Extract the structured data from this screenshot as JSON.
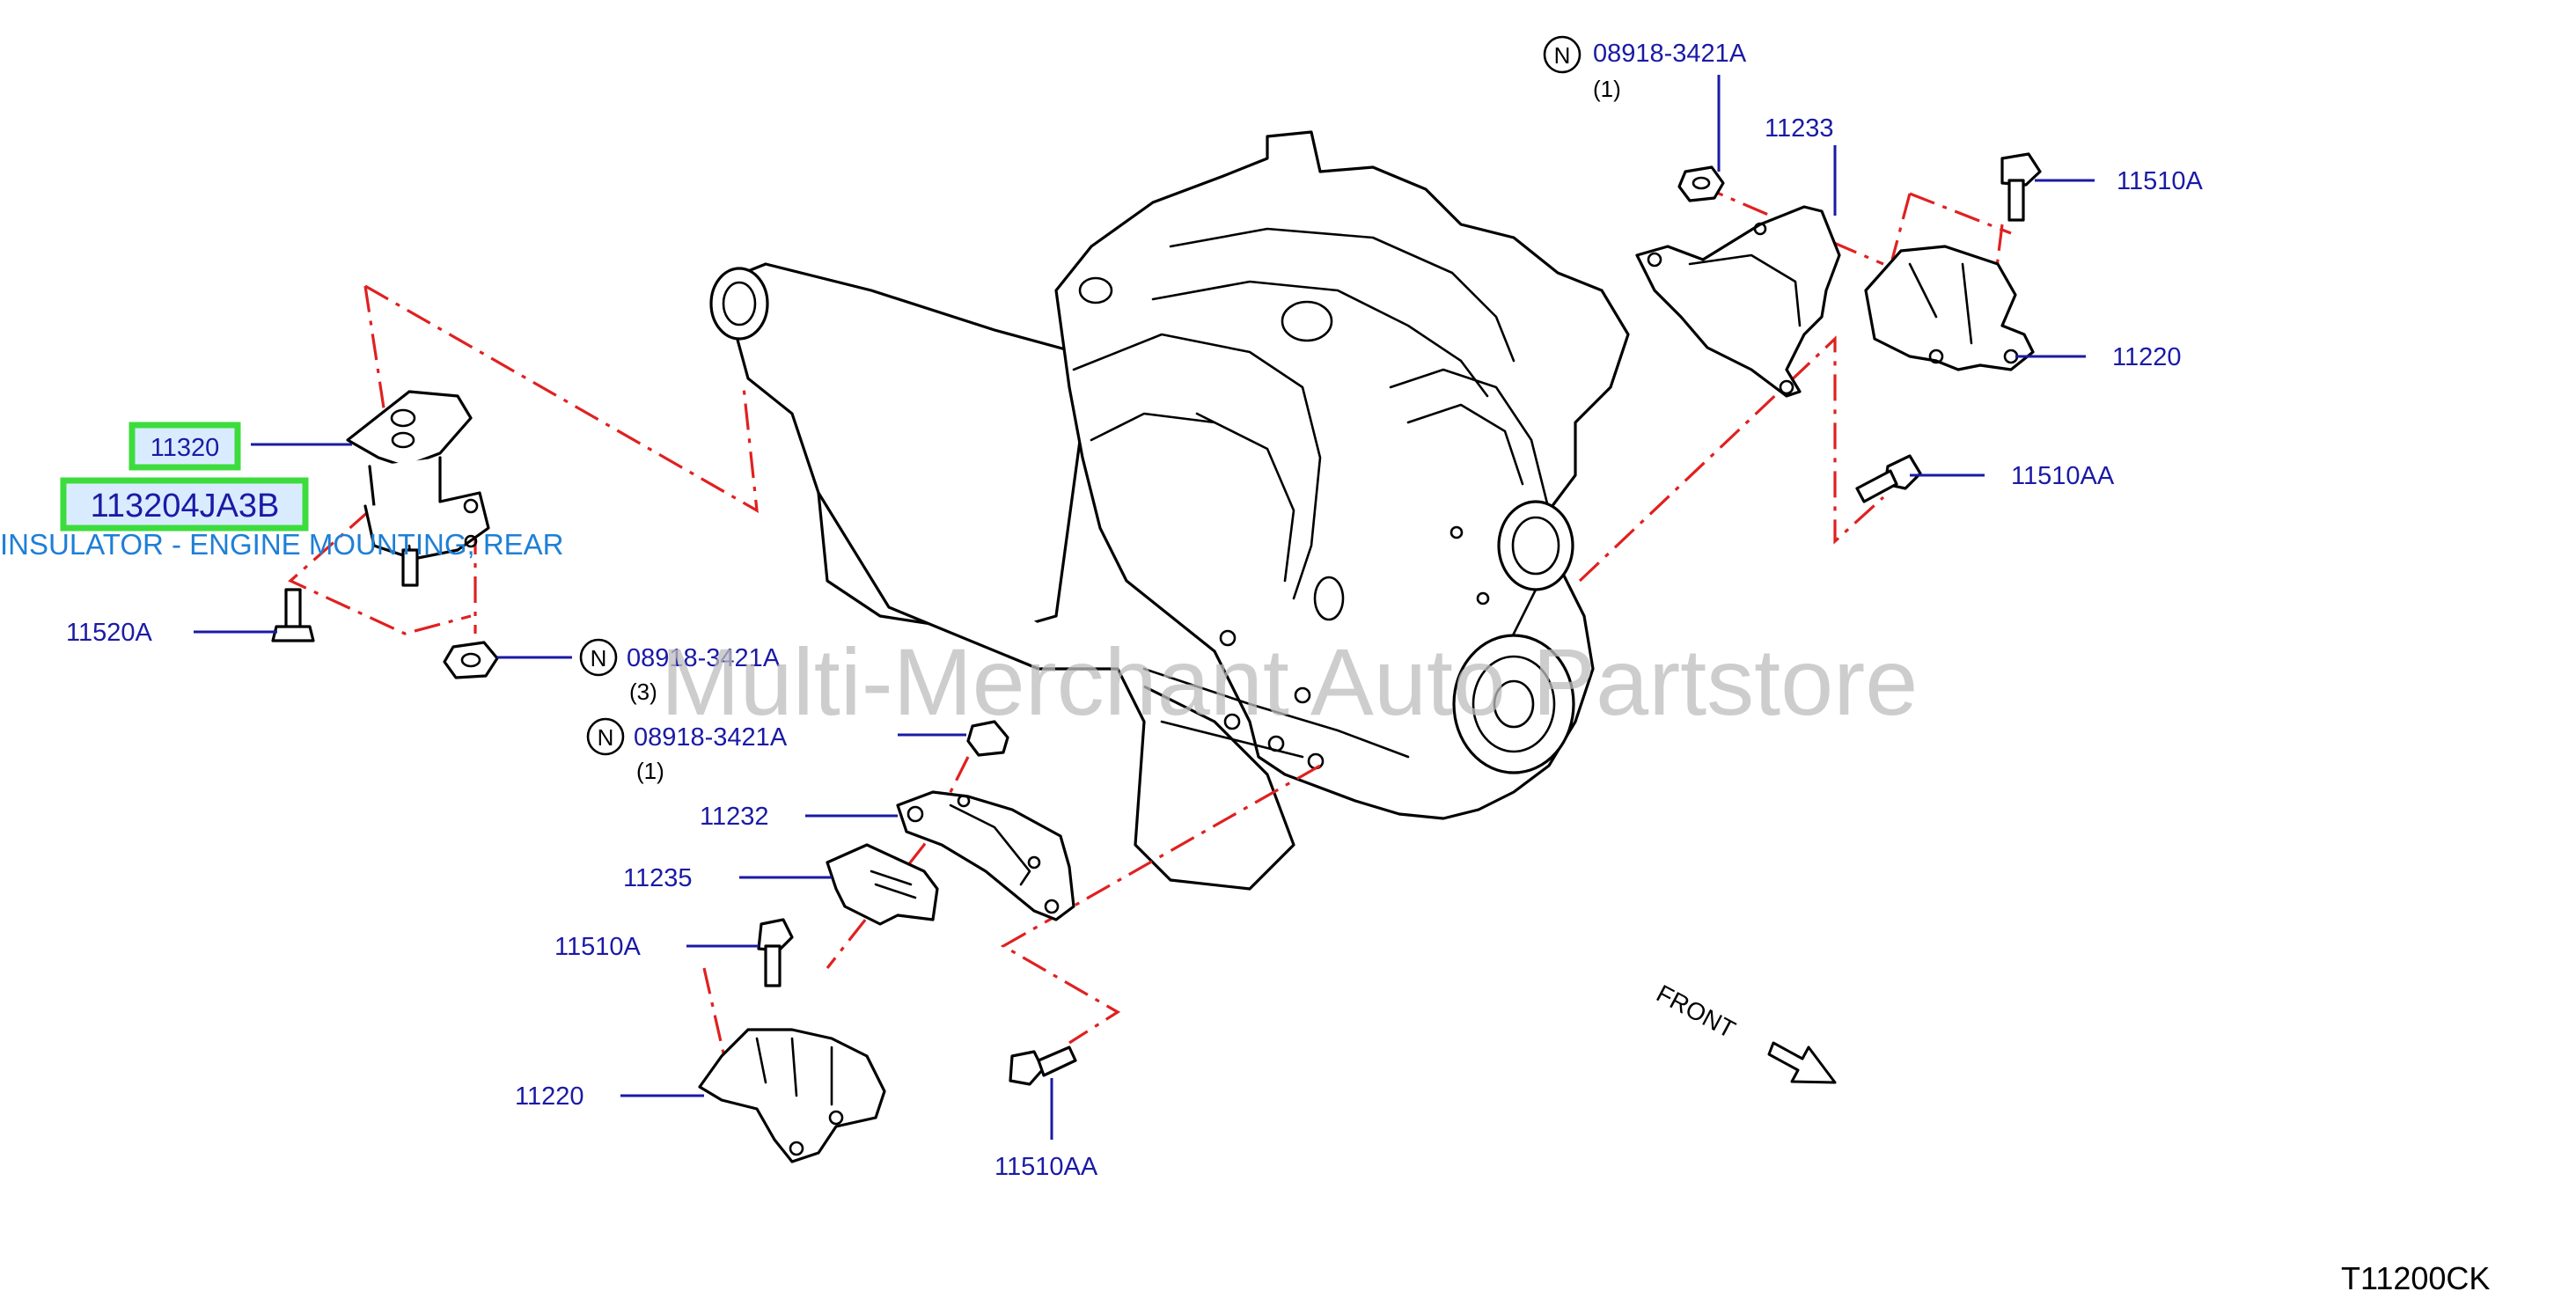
{
  "watermark": "Multi-Merchant Auto Partstore",
  "diagram_code": "T11200CK",
  "front_label": "FRONT",
  "highlight": {
    "part_number": "11320",
    "oem_number": "113204JA3B",
    "description": "INSULATOR - ENGINE MOUNTING, REAR"
  },
  "n_symbol": "N",
  "callouts": {
    "c1": {
      "label": "08918-3421A",
      "qty": "(1)"
    },
    "c2": {
      "label": "11233"
    },
    "c3": {
      "label": "11510A"
    },
    "c4": {
      "label": "11220"
    },
    "c5": {
      "label": "11510AA"
    },
    "c6": {
      "label": "11520A"
    },
    "c7": {
      "label": "08918-3421A",
      "qty": "(3)"
    },
    "c8": {
      "label": "08918-3421A",
      "qty": "(1)"
    },
    "c9": {
      "label": "11232"
    },
    "c10": {
      "label": "11235"
    },
    "c11": {
      "label": "11510A"
    },
    "c12": {
      "label": "11220"
    },
    "c13": {
      "label": "11510AA"
    }
  },
  "colors": {
    "callout_text": "#1a1aa6",
    "phantom_line": "#e02020",
    "highlight_border": "#3ddc3d",
    "description_text": "#1e7fd6"
  }
}
